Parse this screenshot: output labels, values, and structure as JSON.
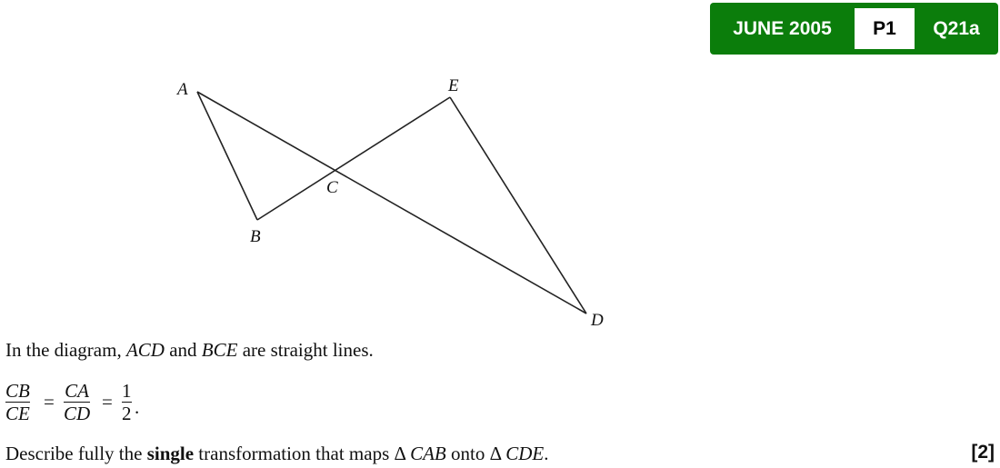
{
  "badge": {
    "date": "JUNE 2005",
    "paper": "P1",
    "question": "Q21a",
    "color": "#0b7d0b"
  },
  "diagram": {
    "labels": {
      "A": "A",
      "B": "B",
      "C": "C",
      "D": "D",
      "E": "E"
    }
  },
  "text": {
    "line1_pre": "In the diagram, ",
    "line1_acd": "ACD",
    "line1_mid": " and ",
    "line1_bce": "BCE",
    "line1_post": " are straight lines.",
    "frac1_num": "CB",
    "frac1_den": "CE",
    "eq": "=",
    "frac2_num": "CA",
    "frac2_den": "CD",
    "frac3_num": "1",
    "frac3_den": "2",
    "period": ".",
    "q_pre": "Describe fully the ",
    "q_bold": "single",
    "q_mid": " transformation that maps Δ ",
    "q_cab": "CAB",
    "q_onto": " onto Δ ",
    "q_cde": "CDE",
    "q_end": "."
  },
  "marks": "[2]"
}
